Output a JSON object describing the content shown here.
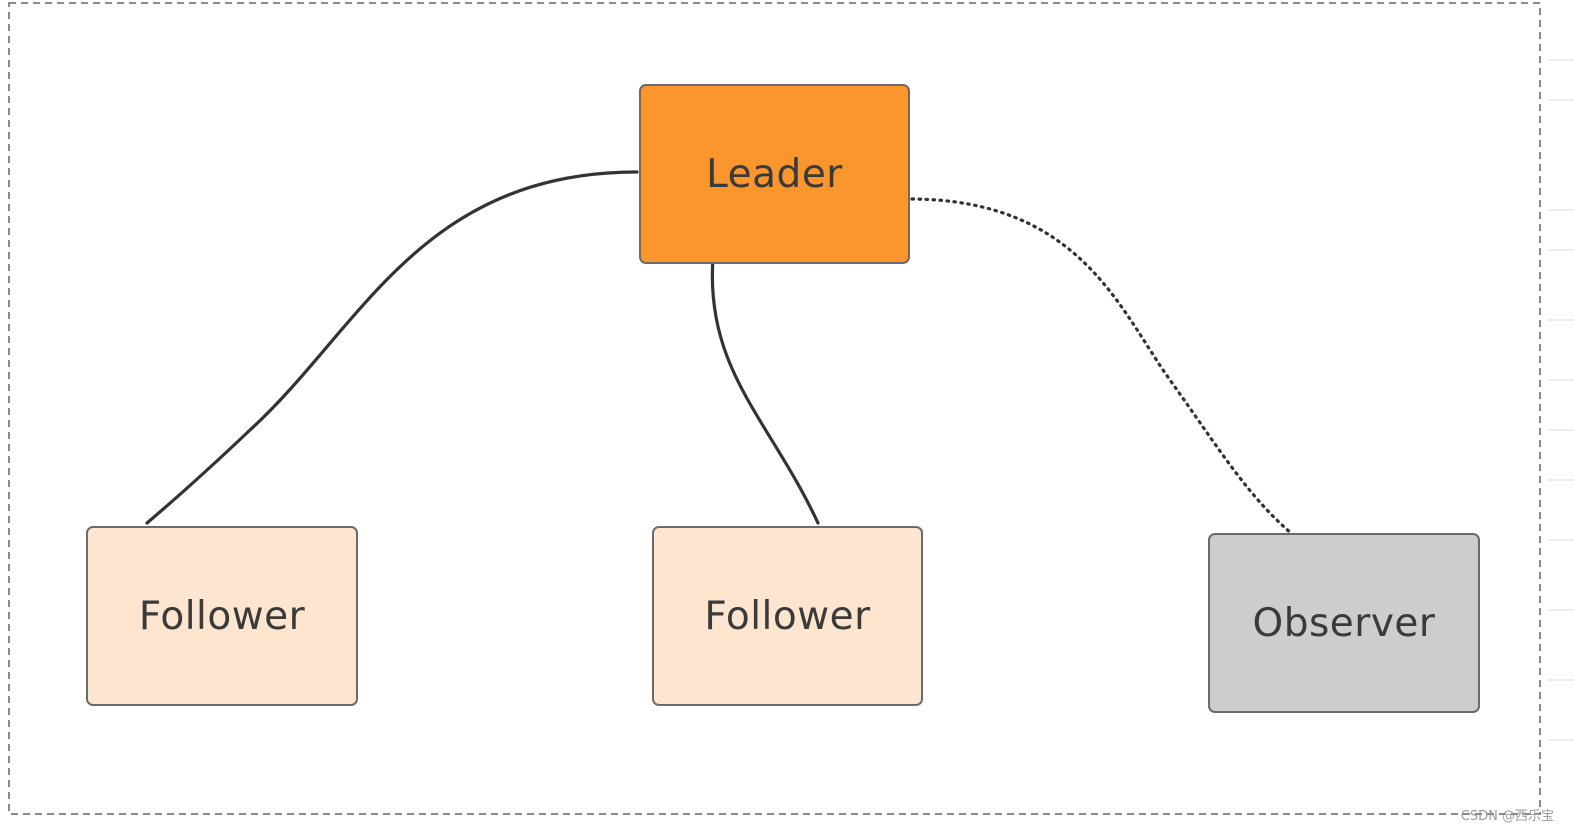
{
  "nodes": {
    "leader": {
      "label": "Leader",
      "fill": "#fa962d"
    },
    "follower_1": {
      "label": "Follower",
      "fill": "#fde5cf"
    },
    "follower_2": {
      "label": "Follower",
      "fill": "#fde5cf"
    },
    "observer": {
      "label": "Observer",
      "fill": "#cdcdcd"
    }
  },
  "edges": [
    {
      "from": "leader",
      "to": "follower_1",
      "style": "solid"
    },
    {
      "from": "leader",
      "to": "follower_2",
      "style": "solid"
    },
    {
      "from": "leader",
      "to": "observer",
      "style": "dotted"
    }
  ],
  "colors": {
    "node_border": "#6b6b6b",
    "edge": "#333333",
    "frame_border": "#8a8a8a"
  },
  "watermark": "CSDN @西乐宝"
}
